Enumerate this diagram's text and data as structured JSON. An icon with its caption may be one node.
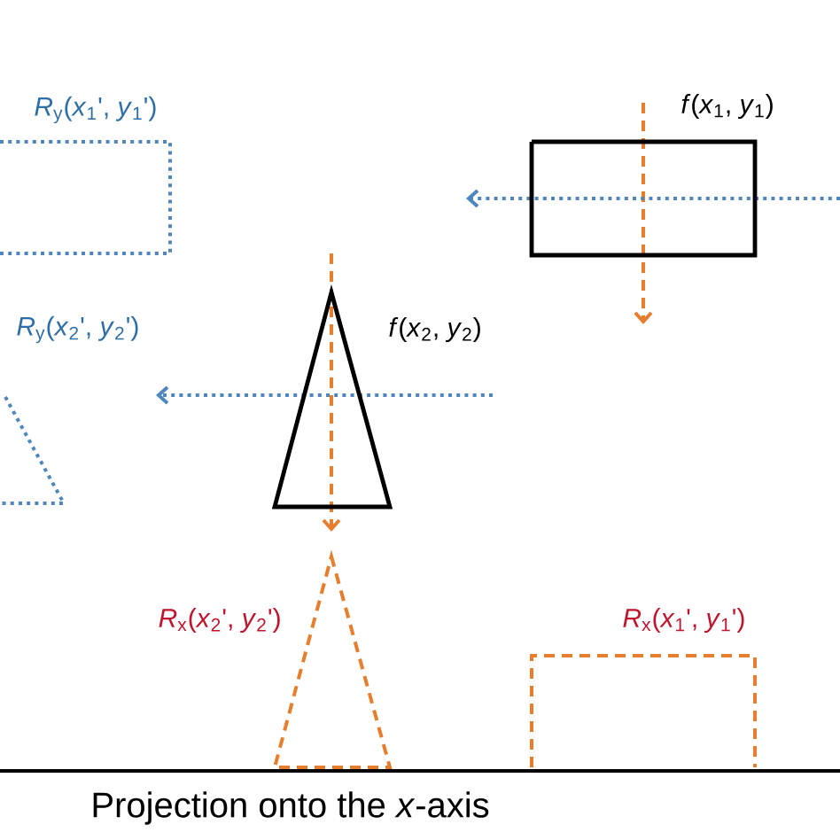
{
  "diagram": {
    "caption": "Projection onto the *x*-axis",
    "nodes": [
      {
        "text": [],
        "shape": "box",
        "beside": [
          "*R*$_{y}$(*x*$_{1}$', *y*$_{1}$')"
        ]
      },
      {
        "text": [],
        "shape": "box",
        "beside": [
          "*f*(*x*$_{1}$, *y*$_{1}$)"
        ]
      },
      {
        "text": [],
        "shape": "trapezoid",
        "beside": [
          "*R*$_{y}$(*x*$_{2}$', *y*$_{2}$')"
        ]
      },
      {
        "text": [],
        "shape": "triangle",
        "beside": [
          "*f*(*x*$_{2}$, *y*$_{2}$)"
        ]
      },
      {
        "text": [],
        "shape": "triangle",
        "beside": [
          "*R*$_{x}$(*x*$_{2}$', *y*$_{2}$')"
        ]
      },
      {
        "text": [],
        "shape": "box",
        "beside": [
          "*R*$_{x}$(*x*$_{1}$', *y*$_{1}$')"
        ]
      }
    ]
  }
}
